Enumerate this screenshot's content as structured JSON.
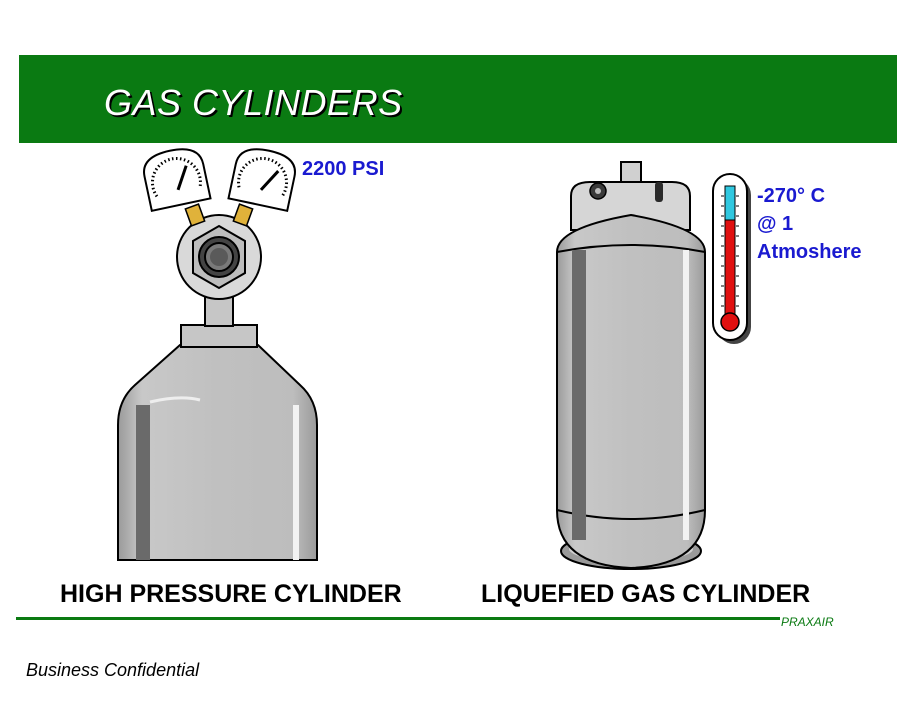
{
  "slide": {
    "title": "GAS CYLINDERS",
    "pressure_label": "2200 PSI",
    "temperature_lines": [
      "-270°  C",
      "@ 1",
      "Atmoshere"
    ],
    "captions": {
      "left": "HIGH PRESSURE CYLINDER",
      "right": "LIQUEFIED GAS CYLINDER"
    },
    "brand": "PRAXAIR",
    "footer": "Business Confidential"
  },
  "icons": [
    "pressure-gauge-icon",
    "gas-cylinder-icon",
    "liquefied-gas-cylinder-icon",
    "thermometer-icon"
  ],
  "colors": {
    "header_green": "#0a7a12",
    "label_blue": "#1a1ad0",
    "cylinder_gray": "#bcbcbc",
    "thermo_red": "#e01010",
    "thermo_cyan": "#30c8e0"
  }
}
